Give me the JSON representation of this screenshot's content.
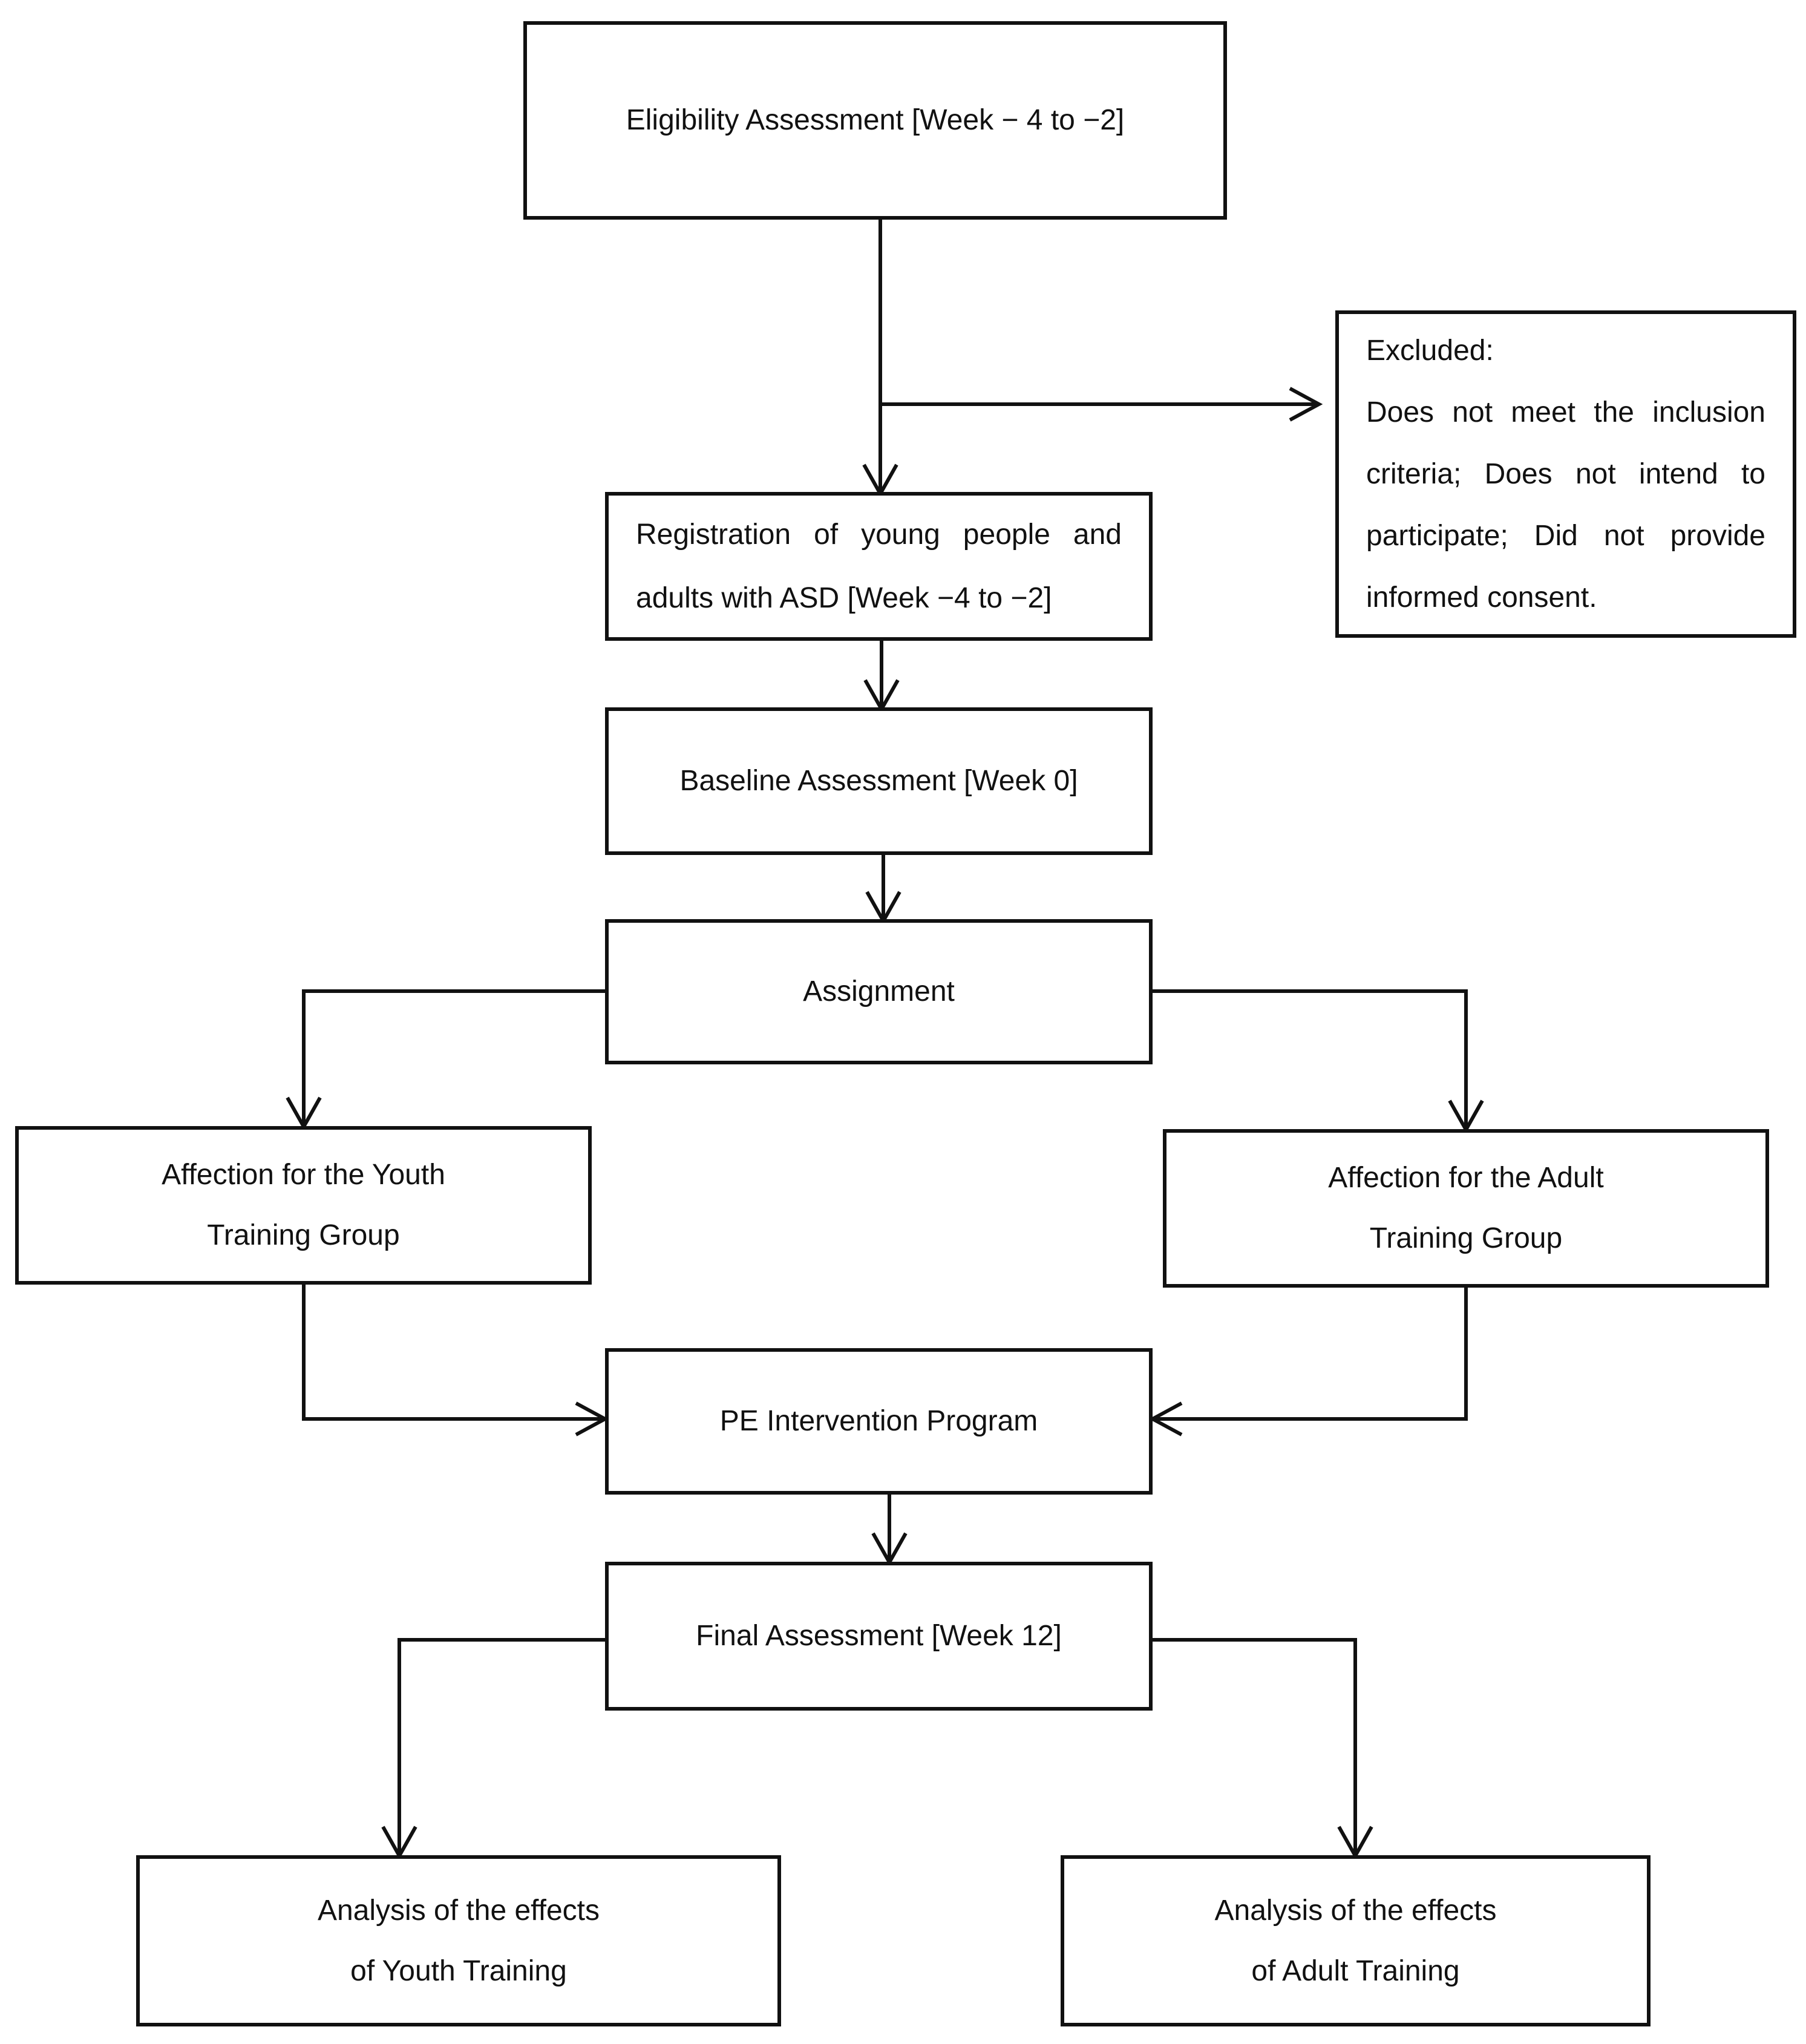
{
  "diagram": {
    "type": "flowchart",
    "nodes": {
      "eligibility": {
        "lines": [
          "Eligibility Assessment [Week − 4 to −2]"
        ]
      },
      "excluded": {
        "heading": "Excluded:",
        "lines": [
          "Does not meet the inclusion",
          "criteria; Does not intend to",
          "participate; Did not provide",
          "informed consent."
        ]
      },
      "registration": {
        "lines": [
          "Registration of young people and",
          "adults with ASD [Week −4 to −2]"
        ]
      },
      "baseline": {
        "lines": [
          "Baseline Assessment [Week 0]"
        ]
      },
      "assignment": {
        "lines": [
          "Assignment"
        ]
      },
      "youth_group": {
        "lines": [
          "Affection for the Youth",
          "Training Group"
        ]
      },
      "adult_group": {
        "lines": [
          "Affection for the Adult",
          "Training Group"
        ]
      },
      "pe_program": {
        "lines": [
          "PE Intervention Program"
        ]
      },
      "final": {
        "lines": [
          "Final Assessment [Week 12]"
        ]
      },
      "youth_analysis": {
        "lines": [
          "Analysis of the effects",
          "of Youth Training"
        ]
      },
      "adult_analysis": {
        "lines": [
          "Analysis of the effects",
          "of Adult Training"
        ]
      }
    },
    "edges": [
      {
        "from": "eligibility",
        "to": "registration"
      },
      {
        "from": "eligibility",
        "to": "excluded"
      },
      {
        "from": "registration",
        "to": "baseline"
      },
      {
        "from": "baseline",
        "to": "assignment"
      },
      {
        "from": "assignment",
        "to": "youth_group"
      },
      {
        "from": "assignment",
        "to": "adult_group"
      },
      {
        "from": "youth_group",
        "to": "pe_program"
      },
      {
        "from": "adult_group",
        "to": "pe_program"
      },
      {
        "from": "pe_program",
        "to": "final"
      },
      {
        "from": "final",
        "to": "youth_analysis"
      },
      {
        "from": "final",
        "to": "adult_analysis"
      }
    ],
    "colors": {
      "stroke": "#111111",
      "background": "#ffffff"
    }
  }
}
